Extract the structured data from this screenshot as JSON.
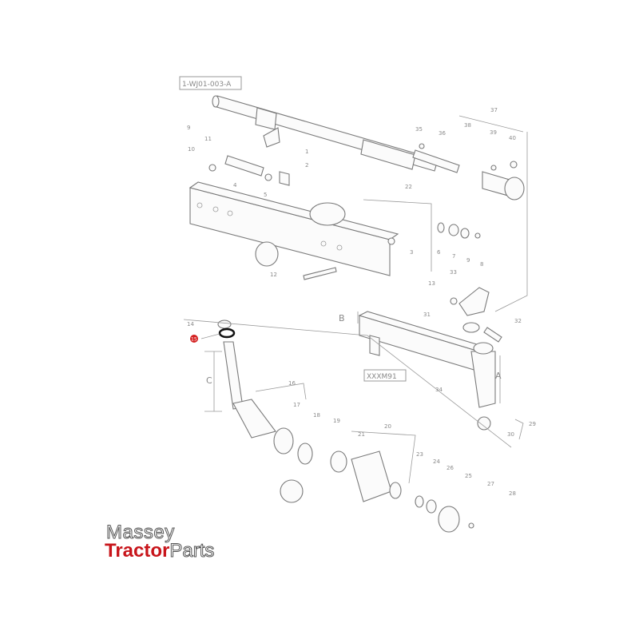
{
  "diagram": {
    "reference": "1-WJ01-003-A",
    "model_tag": "XXXM91",
    "highlighted_part": "15",
    "highlight_color": "#d42020",
    "dimensions": {
      "a": "A",
      "b": "B",
      "c": "C"
    },
    "callouts": {
      "p1": "1",
      "p2": "2",
      "p3": "3",
      "p4": "4",
      "p5": "5",
      "p6": "6",
      "p7": "7",
      "p8": "8",
      "p9": "9",
      "p10": "10",
      "p11": "11",
      "p12": "12",
      "p13": "13",
      "p14": "14",
      "p15": "15",
      "p16": "16",
      "p17": "17",
      "p18": "18",
      "p19": "19",
      "p20": "20",
      "p21": "21",
      "p22": "22",
      "p23": "23",
      "p24": "24",
      "p25": "25",
      "p26": "26",
      "p27": "27",
      "p28": "28",
      "p29": "29",
      "p30": "30",
      "p31": "31",
      "p32": "32",
      "p33": "33",
      "p34": "34",
      "p35": "35",
      "p36": "36",
      "p37": "37",
      "p38": "38",
      "p39": "39",
      "p40": "40",
      "p9b": "9"
    }
  },
  "logo": {
    "line1": "Massey",
    "line2_bold": "Tractor",
    "line2_light": "Parts"
  }
}
